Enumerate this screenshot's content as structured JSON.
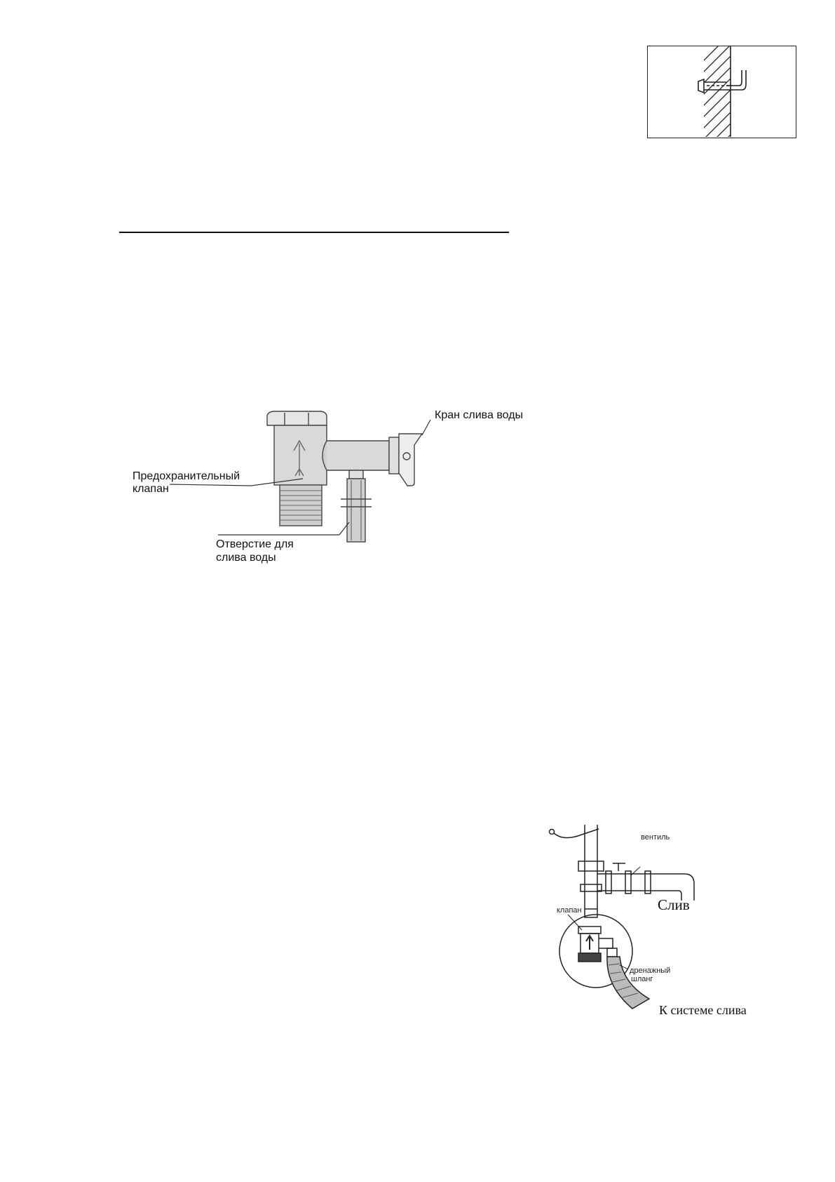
{
  "valve_figure": {
    "label_drain_tap": "Кран слива воды",
    "label_safety_valve_line1": "Предохранительный",
    "label_safety_valve_line2": "клапан",
    "label_drain_hole_line1": "Отверстие для",
    "label_drain_hole_line2": "слива воды"
  },
  "drain_scheme": {
    "label_valve_tap": "вентиль",
    "label_drain": "Слив",
    "label_valve": "клапан",
    "label_hose_line1": "дренажный",
    "label_hose_line2": "шланг",
    "label_to_drain_system": "К системе слива"
  }
}
